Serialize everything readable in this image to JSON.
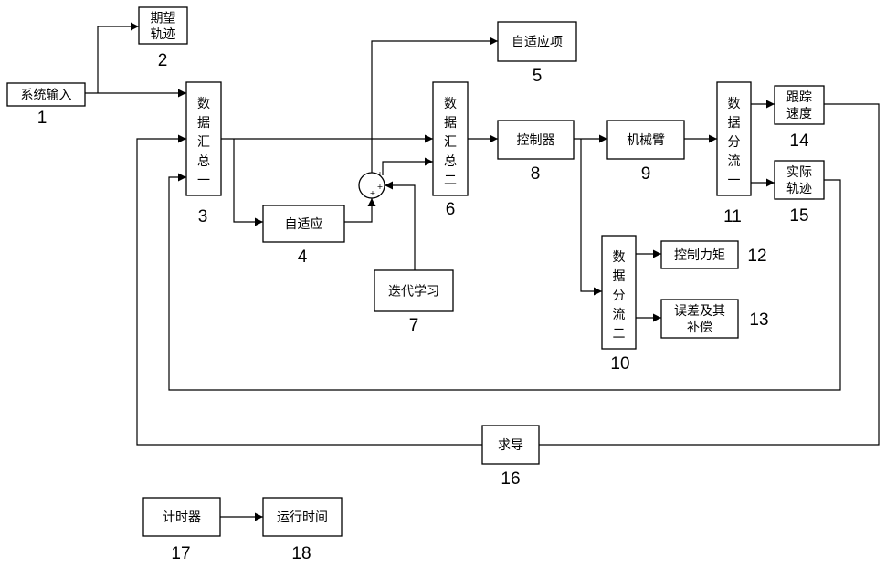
{
  "blocks": {
    "system_input": {
      "label": "系统输入",
      "number": "1"
    },
    "expected_trajectory": {
      "label_lines": [
        "期望",
        "轨迹"
      ],
      "number": "2"
    },
    "data_merge_1": {
      "label_lines": [
        "数",
        "据",
        "汇",
        "总",
        "一"
      ],
      "number": "3"
    },
    "adaptive": {
      "label": "自适应",
      "number": "4"
    },
    "adaptive_term": {
      "label": "自适应项",
      "number": "5"
    },
    "data_merge_2": {
      "label_lines": [
        "数",
        "据",
        "汇",
        "总",
        "二"
      ],
      "number": "6"
    },
    "iterative_learning": {
      "label": "迭代学习",
      "number": "7"
    },
    "controller": {
      "label": "控制器",
      "number": "8"
    },
    "robot_arm": {
      "label": "机械臂",
      "number": "9"
    },
    "data_split_2": {
      "label_lines": [
        "数",
        "据",
        "分",
        "流",
        "二"
      ],
      "number": "10"
    },
    "data_split_1": {
      "label_lines": [
        "数",
        "据",
        "分",
        "流",
        "一"
      ],
      "number": "11"
    },
    "control_torque": {
      "label": "控制力矩",
      "number": "12"
    },
    "error_compensation": {
      "label_lines": [
        "误差及其",
        "补偿"
      ],
      "number": "13"
    },
    "tracking_speed": {
      "label_lines": [
        "跟踪",
        "速度"
      ],
      "number": "14"
    },
    "actual_trajectory": {
      "label_lines": [
        "实际",
        "轨迹"
      ],
      "number": "15"
    },
    "derivative": {
      "label": "求导",
      "number": "16"
    },
    "timer": {
      "label": "计时器",
      "number": "17"
    },
    "run_time": {
      "label": "运行时间",
      "number": "18"
    }
  },
  "summing_junction": {
    "signs": [
      "+",
      "+",
      "+"
    ]
  }
}
